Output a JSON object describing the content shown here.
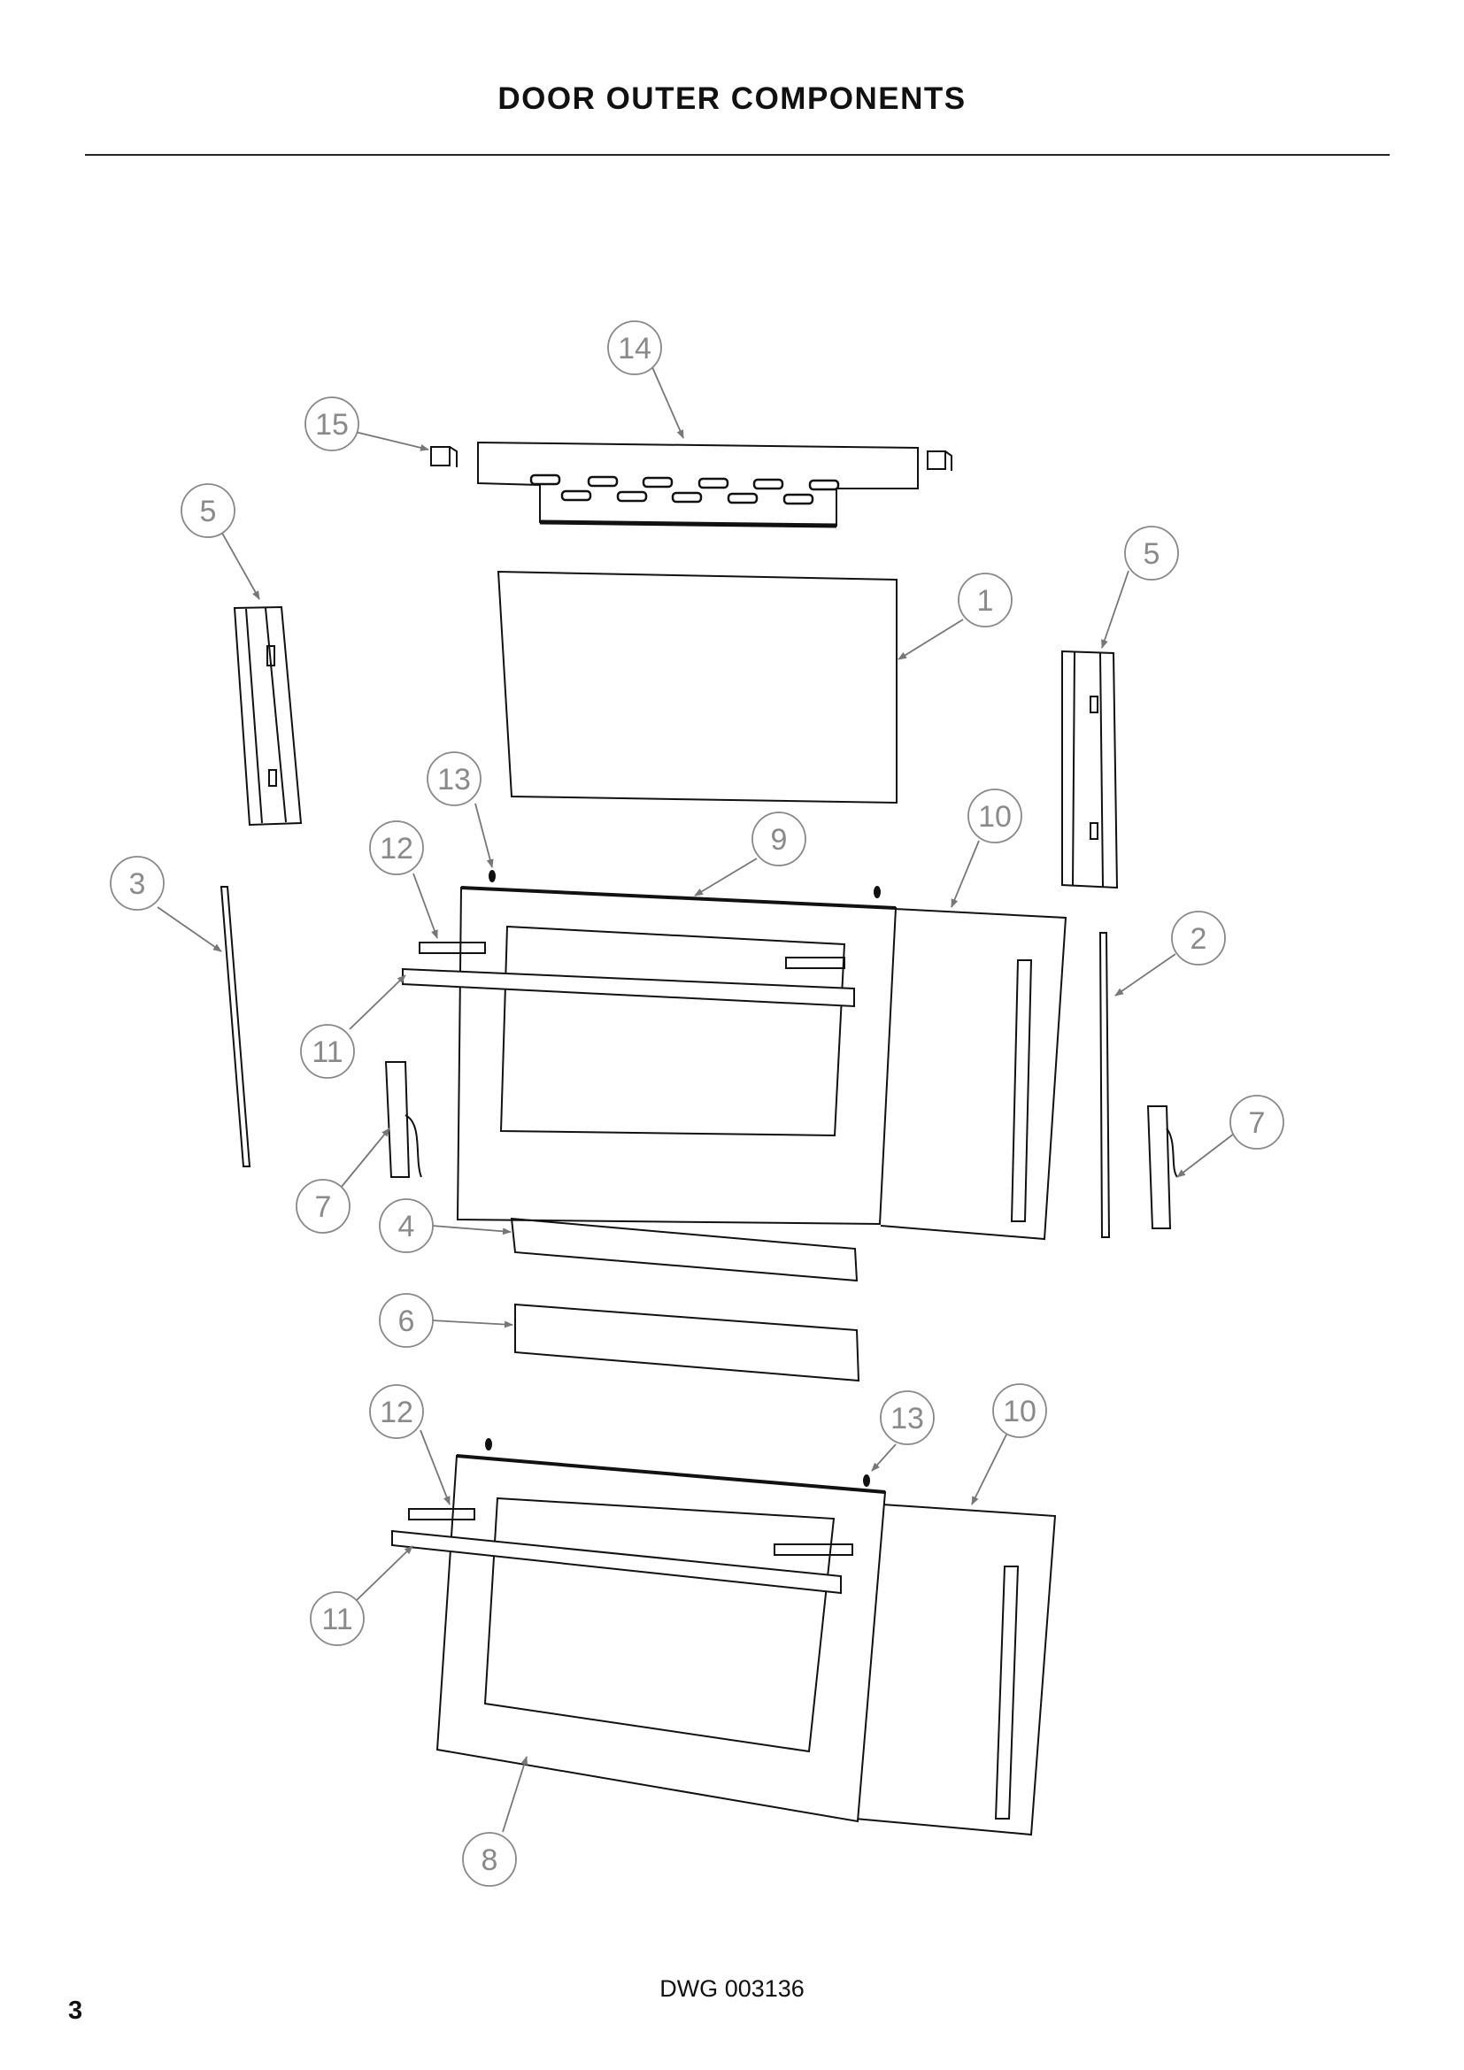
{
  "page": {
    "title": "DOOR OUTER COMPONENTS",
    "drawing_number": "DWG 003136",
    "page_number": "3"
  },
  "callouts": {
    "c14": "14",
    "c15": "15",
    "c5a": "5",
    "c5b": "5",
    "c1": "1",
    "c13a": "13",
    "c9": "9",
    "c10a": "10",
    "c12a": "12",
    "c3": "3",
    "c2": "2",
    "c11a": "11",
    "c7a": "7",
    "c7b": "7",
    "c4": "4",
    "c6": "6",
    "c12b": "12",
    "c13b": "13",
    "c10b": "10",
    "c11b": "11",
    "c8": "8"
  }
}
